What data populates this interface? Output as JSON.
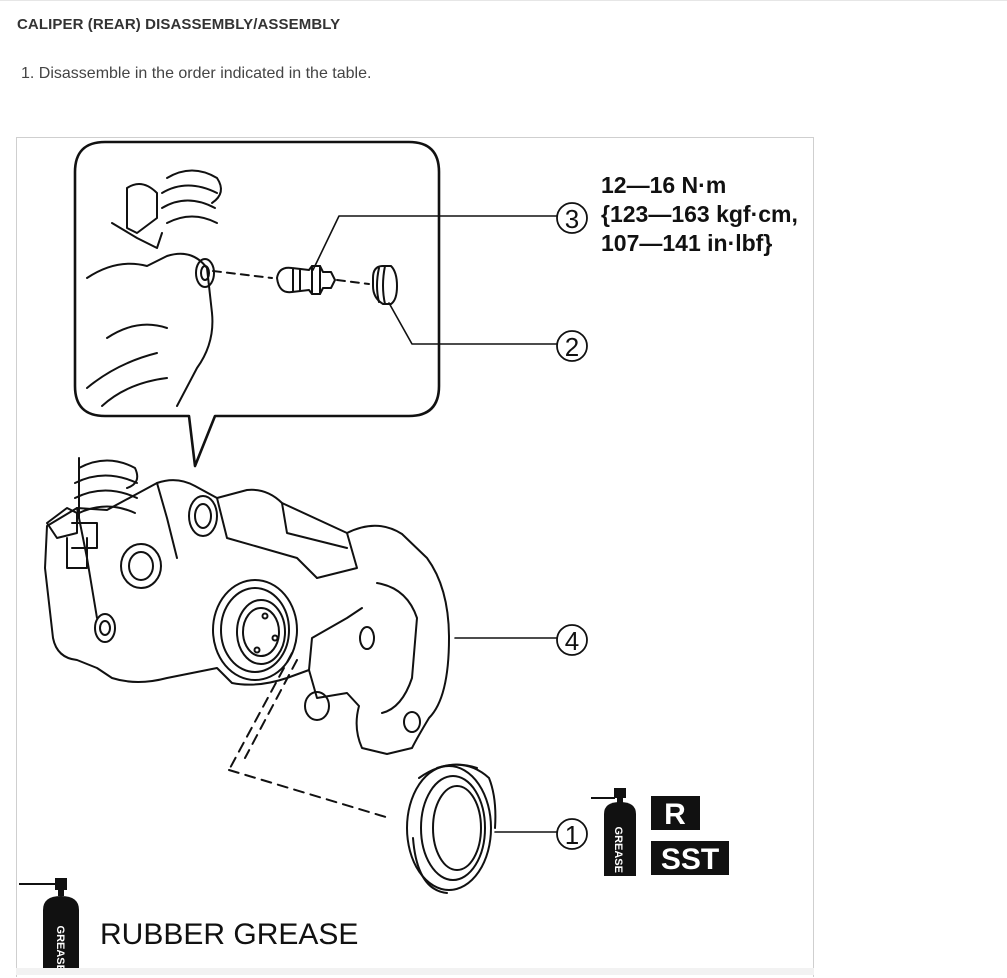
{
  "page": {
    "title": "CALIPER (REAR) DISASSEMBLY/ASSEMBLY",
    "step": "1. Disassemble in the order indicated in the table."
  },
  "figure": {
    "callouts": {
      "c1": "1",
      "c2": "2",
      "c3": "3",
      "c4": "4"
    },
    "torque": {
      "line1": "12—16 N·m",
      "line2": "{123—163 kgf·cm,",
      "line3": "107—141 in·lbf}"
    },
    "symbols": {
      "grease_can_text": "GREASE",
      "replace": "R",
      "sst": "SST"
    },
    "legend": {
      "rubber_grease": "RUBBER GREASE"
    },
    "icons": [
      "grease-can-icon"
    ]
  }
}
